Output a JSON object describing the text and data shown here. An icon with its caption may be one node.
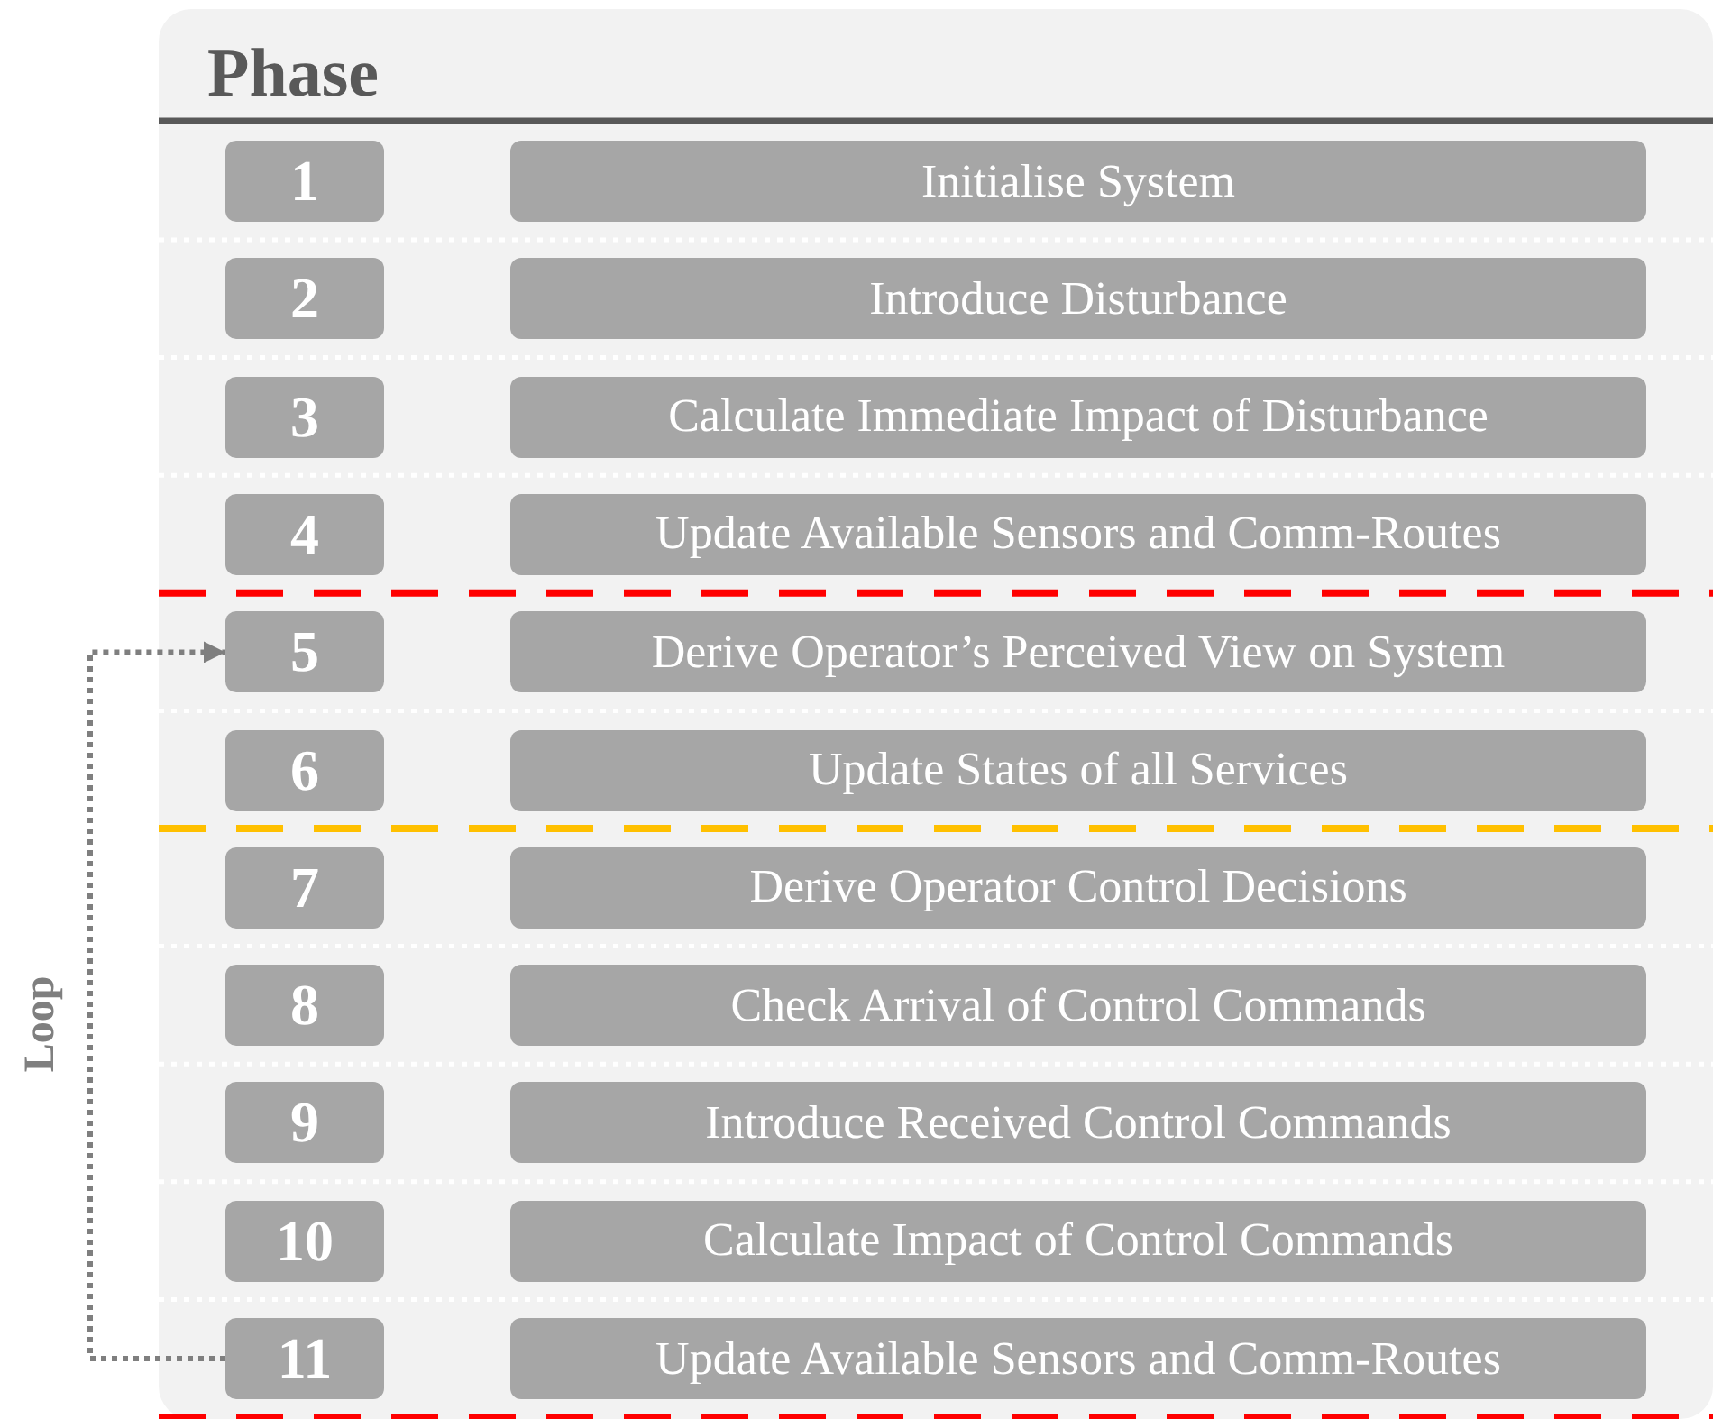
{
  "diagram": {
    "nodes": [
      {
        "text": [
          "Phase"
        ]
      },
      {
        "text": [
          "1"
        ],
        "in": 0
      },
      {
        "text": [
          "Initialise System"
        ],
        "in": 0
      },
      {
        "text": [
          "2"
        ],
        "in": 0
      },
      {
        "text": [
          "Introduce Disturbance"
        ],
        "in": 0
      },
      {
        "text": [
          "3"
        ],
        "in": 0
      },
      {
        "text": [
          "Calculate Immediate Impact of Disturbance"
        ],
        "in": 0
      },
      {
        "text": [
          "4"
        ],
        "in": 0
      },
      {
        "text": [
          "Update Available Sensors and Comm-Routes"
        ],
        "in": 0
      },
      {
        "text": [
          "5"
        ],
        "in": 0
      },
      {
        "text": [
          "Derive Operator’s Perceived View on System"
        ],
        "in": 0
      },
      {
        "text": [
          "6"
        ],
        "in": 0
      },
      {
        "text": [
          "Update States of all Services"
        ],
        "in": 0
      },
      {
        "text": [
          "7"
        ],
        "in": 0
      },
      {
        "text": [
          "Derive Operator Control Decisions"
        ],
        "in": 0
      },
      {
        "text": [
          "8"
        ],
        "in": 0
      },
      {
        "text": [
          "Check Arrival of Control Commands"
        ],
        "in": 0
      },
      {
        "text": [
          "9"
        ],
        "in": 0
      },
      {
        "text": [
          "Introduce Received Control Commands"
        ],
        "in": 0
      },
      {
        "text": [
          "10"
        ],
        "in": 0
      },
      {
        "text": [
          "Calculate Impact of Control Commands"
        ],
        "in": 0
      },
      {
        "text": [
          "11"
        ],
        "in": 0
      },
      {
        "text": [
          "Update Available Sensors and Comm-Routes"
        ],
        "in": 0
      }
    ],
    "edges": [
      {
        "from": 21,
        "to": 9,
        "arrow": "to",
        "label": "Loop",
        "style": "dashed"
      }
    ]
  }
}
